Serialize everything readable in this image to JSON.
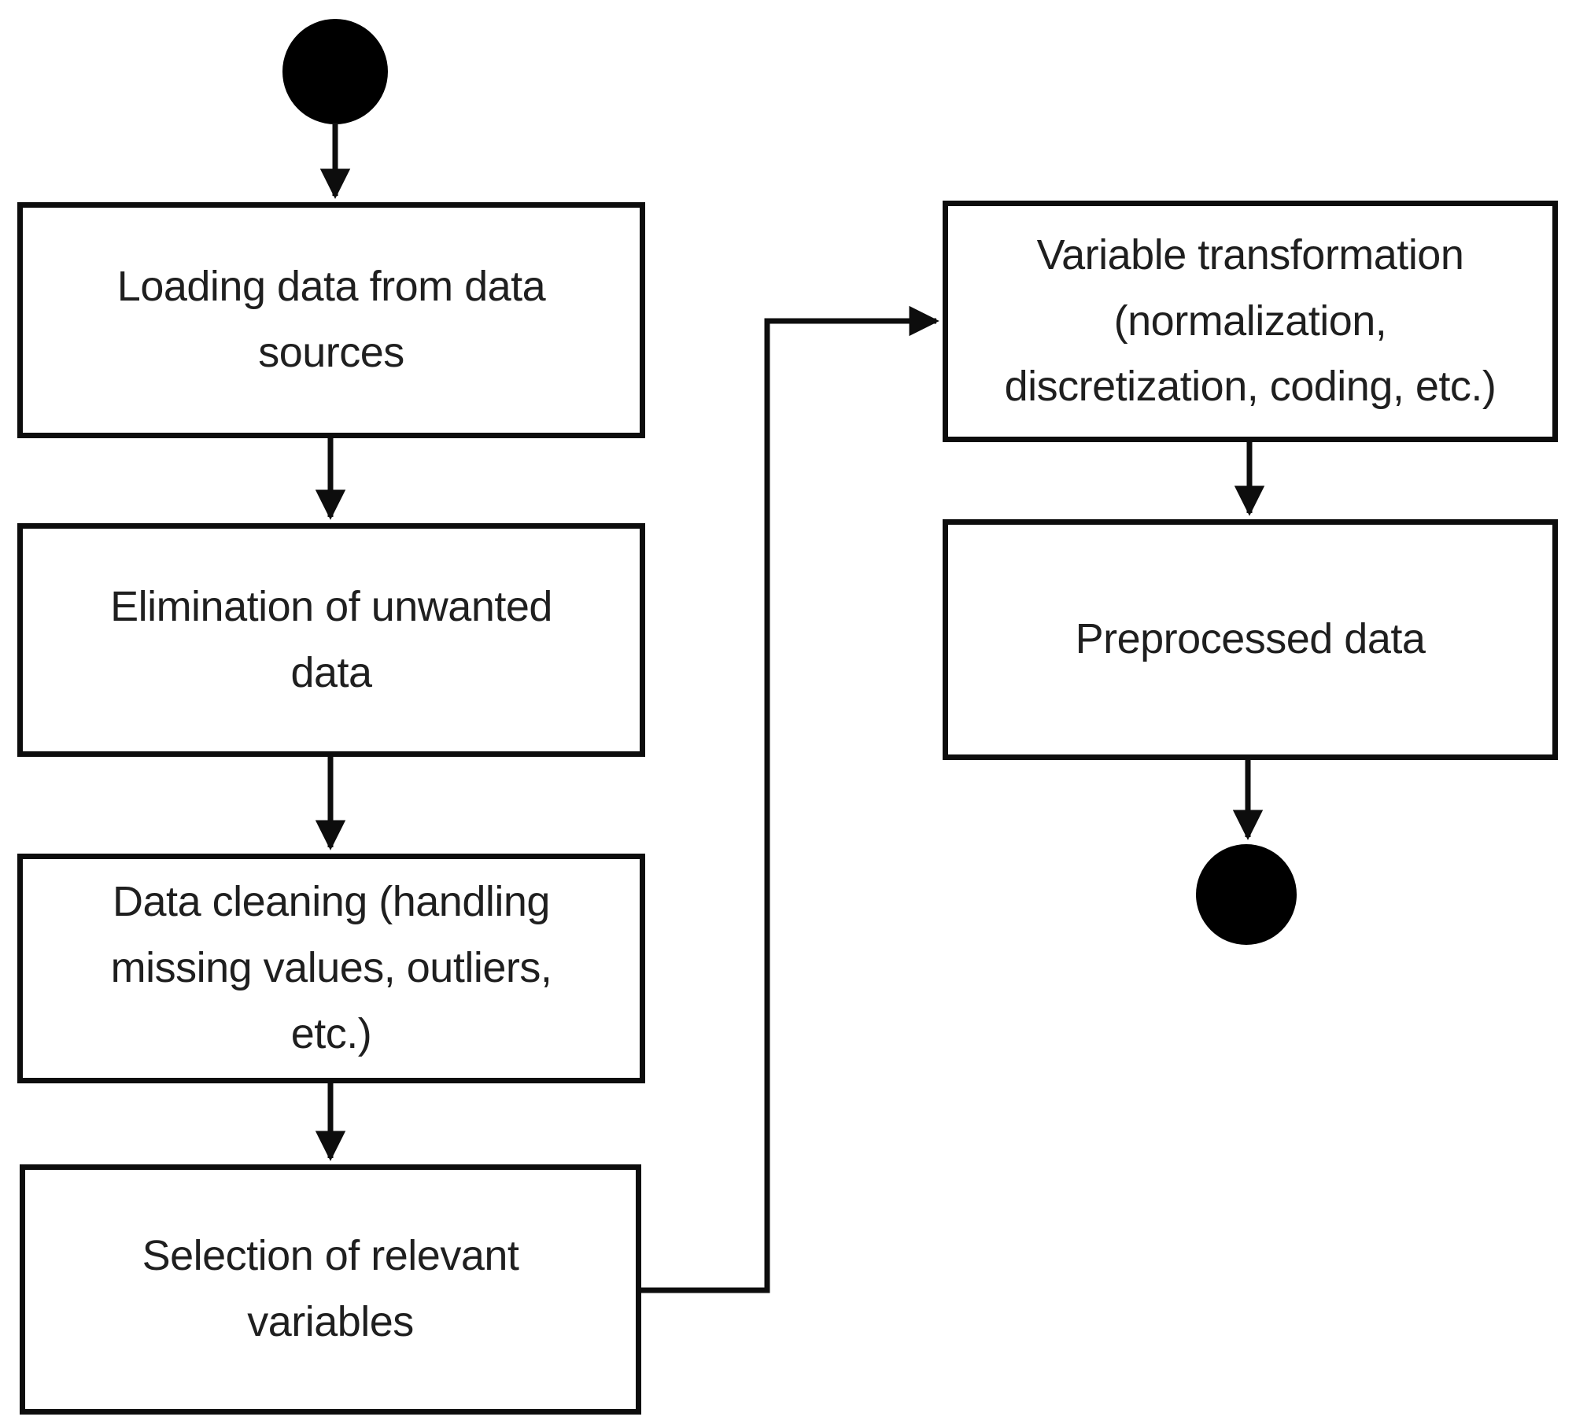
{
  "flowchart": {
    "boxes": [
      {
        "label": "Loading data from data\nsources"
      },
      {
        "label": "Elimination of unwanted\ndata"
      },
      {
        "label": "Data cleaning (handling\nmissing values, outliers,\netc.)"
      },
      {
        "label": "Selection of relevant\nvariables"
      },
      {
        "label": "Variable transformation\n(normalization,\ndiscretization, coding, etc.)"
      },
      {
        "label": "Preprocessed data"
      }
    ],
    "nodes": {
      "start": "start-node",
      "end": "end-node"
    },
    "colors": {
      "background": "#ffffff",
      "border": "#0d0d0d",
      "text": "#1f1f1f",
      "node_fill": "#000000"
    }
  }
}
